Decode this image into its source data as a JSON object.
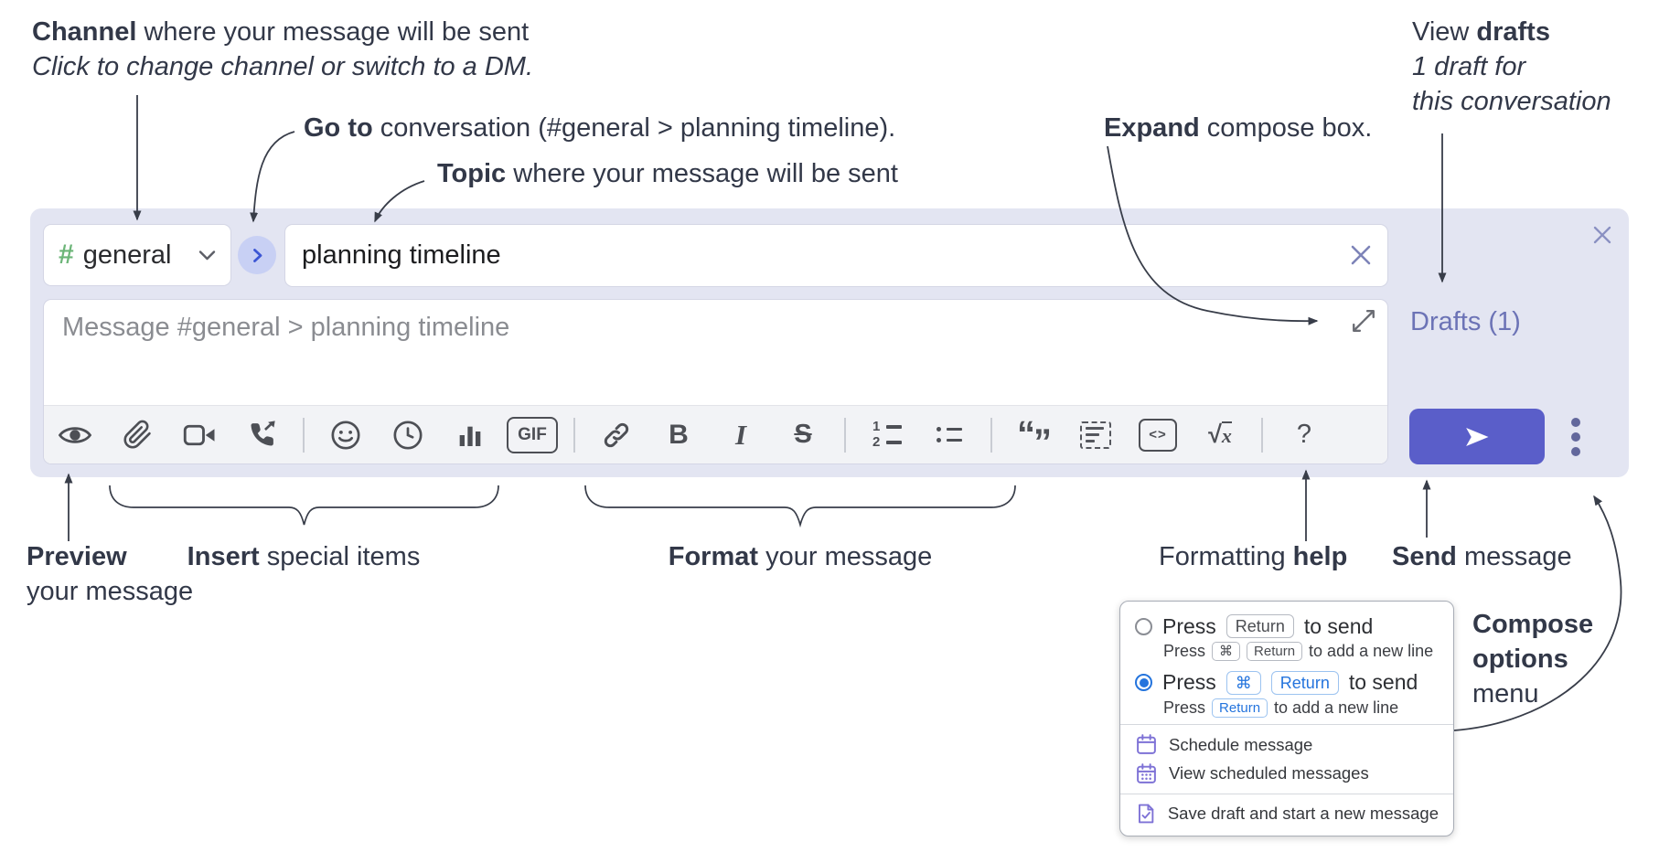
{
  "annotations": {
    "channel_bold": "Channel",
    "channel_rest": " where your message will be sent",
    "channel_line2": "Click to change channel or switch to a DM.",
    "goto_bold": "Go to",
    "goto_rest": " conversation (#general > planning timeline).",
    "topic_bold": "Topic",
    "topic_rest": " where your message will be sent",
    "expand_bold": "Expand",
    "expand_rest": " compose box.",
    "drafts_pre": "View ",
    "drafts_bold": "drafts",
    "drafts_line2": "1 draft for",
    "drafts_line3": "this conversation",
    "preview_bold": "Preview",
    "preview_line2": "your message",
    "insert_bold": "Insert",
    "insert_rest": " special items",
    "format_bold": "Format",
    "format_rest": " your message",
    "help_pre": "Formatting ",
    "help_bold": "help",
    "send_bold": "Send",
    "send_rest": " message",
    "compose_opts_line1": "Compose",
    "compose_opts_line2": "options",
    "compose_opts_line3": "menu"
  },
  "compose": {
    "channel_hash": "#",
    "channel_name": "general",
    "topic_value": "planning timeline",
    "message_placeholder": "Message #general > planning timeline",
    "drafts_link": "Drafts (1)",
    "toolbar_glyphs": {
      "gif": "GIF",
      "bold": "B",
      "italic": "I",
      "strike": "S",
      "ol_1": "1",
      "ol_2": "2",
      "quote_open": "“",
      "quote_close": "”",
      "code": "<>",
      "math_root": "√",
      "math_x": "x",
      "help": "?"
    }
  },
  "popup": {
    "o1": {
      "t1": "Press",
      "k1": "Return",
      "t2": "to send"
    },
    "o1s": {
      "t1": "Press",
      "k1": "⌘",
      "k2": "Return",
      "t2": "to add a new line"
    },
    "o2": {
      "t1": "Press",
      "k1": "⌘",
      "k2": "Return",
      "t2": "to send"
    },
    "o2s": {
      "t1": "Press",
      "k1": "Return",
      "t2": "to add a new line"
    },
    "items": [
      "Schedule message",
      "View scheduled messages",
      "Save draft and start a new message"
    ]
  },
  "colors": {
    "compose_bg": "#e3e5f2",
    "send_button": "#5a5ec9",
    "drafts_link": "#6c73b6",
    "selected_blue": "#2474dd",
    "menu_icon_purple": "#7e72d6",
    "channel_hash_green": "#6cb578"
  }
}
